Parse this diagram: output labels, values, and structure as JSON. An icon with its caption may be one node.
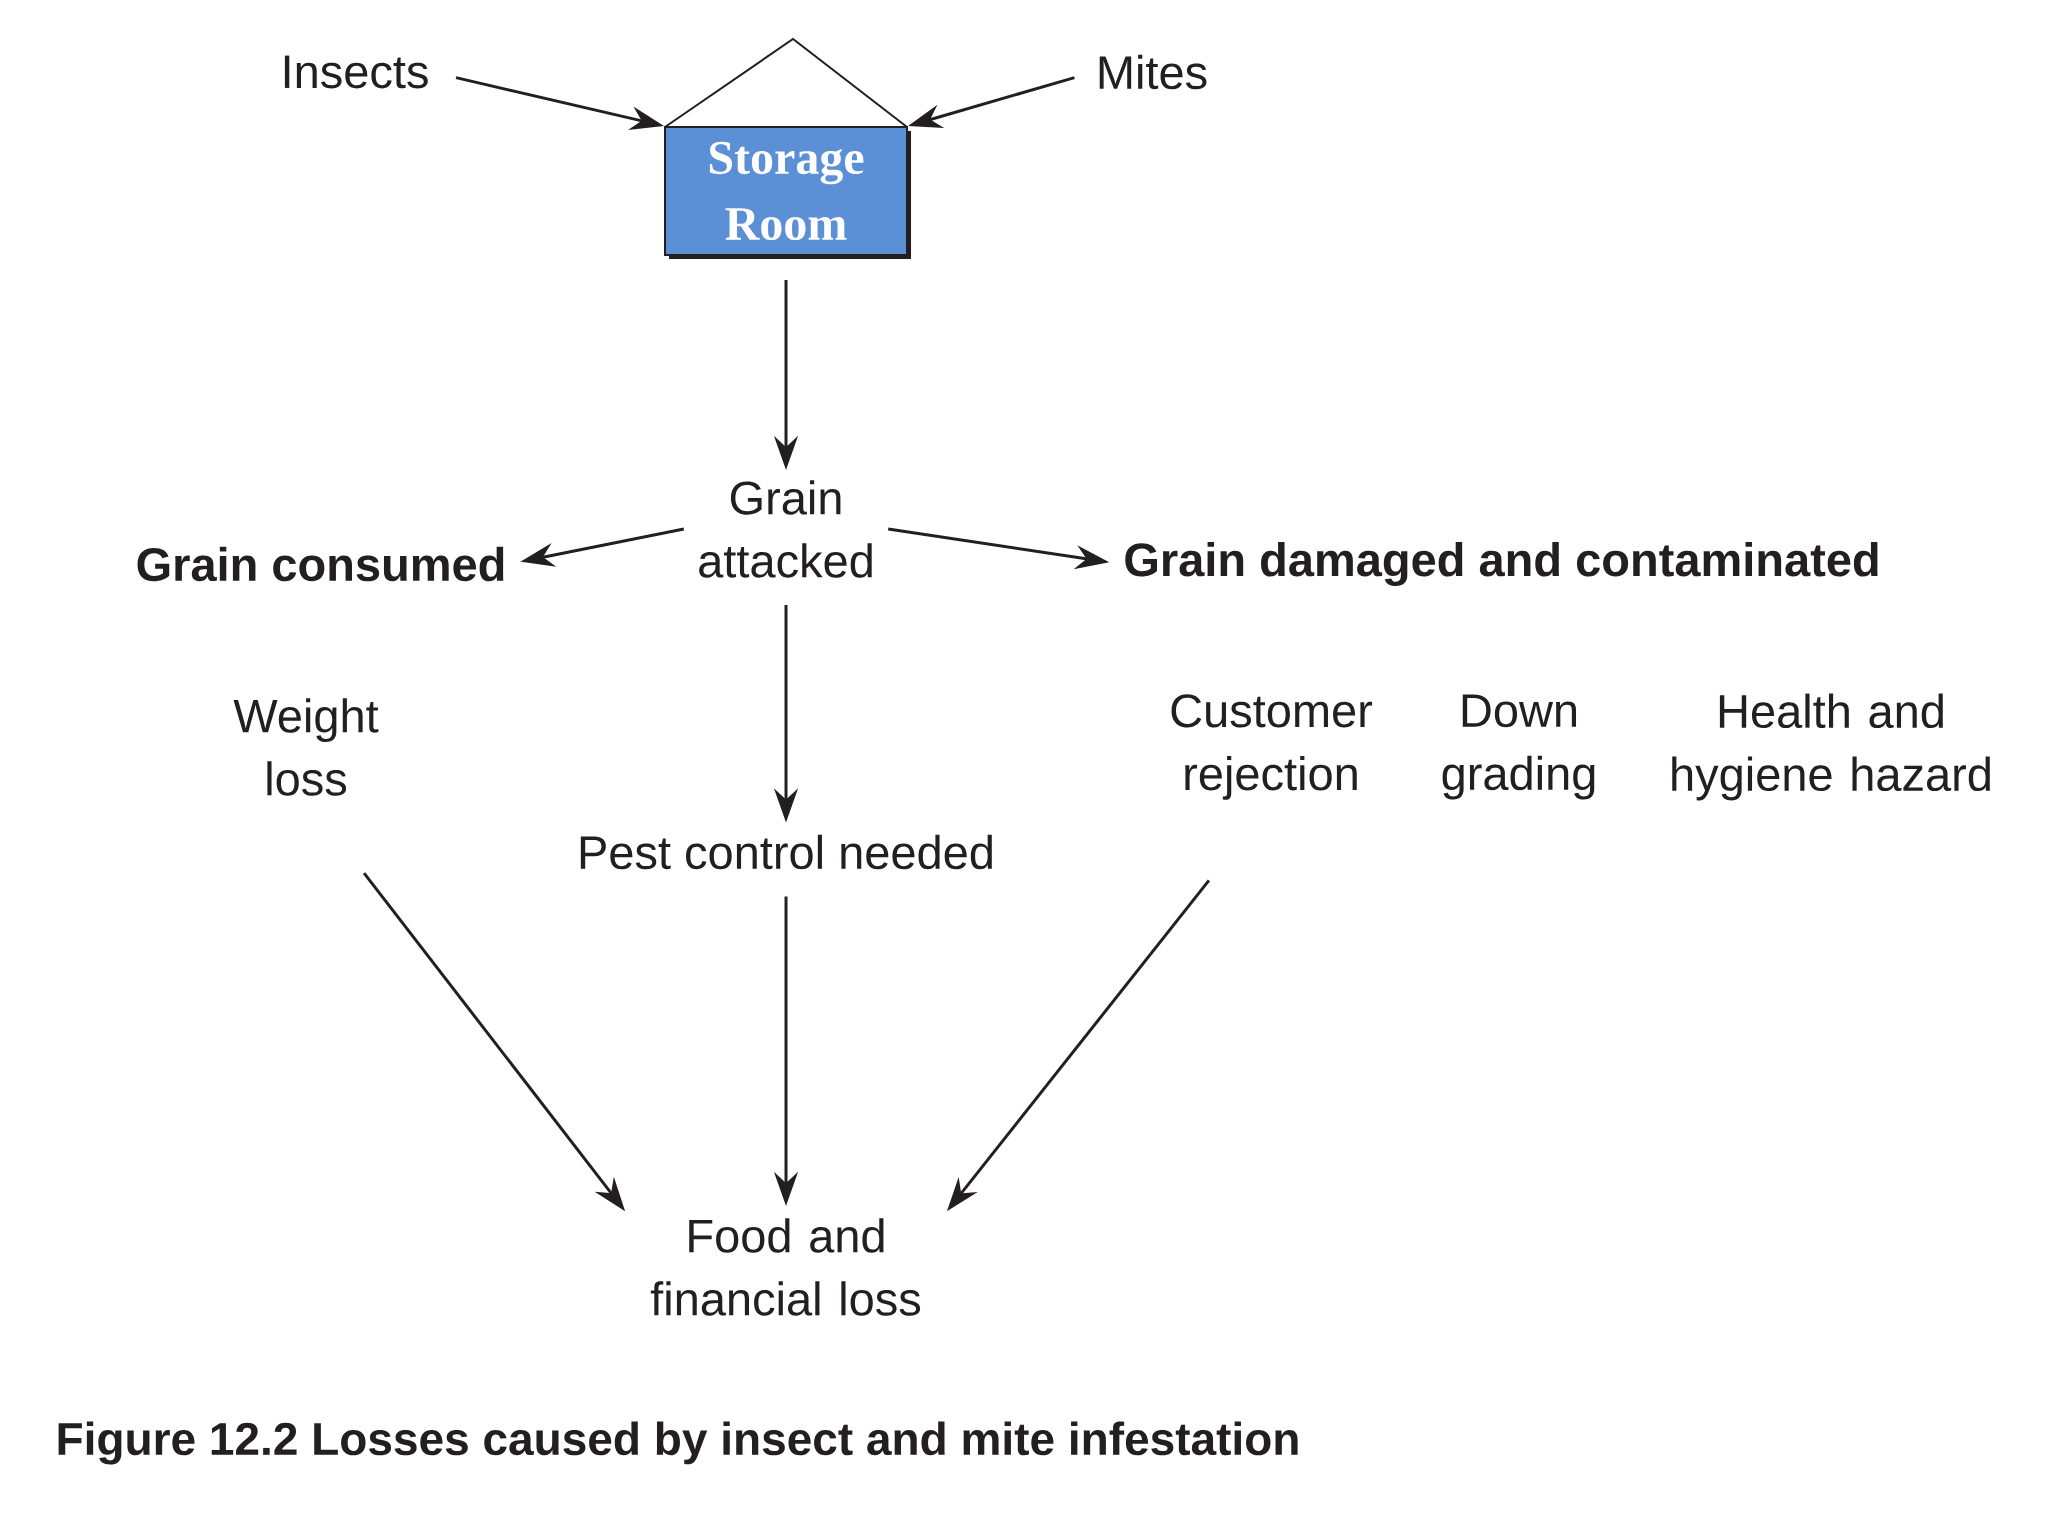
{
  "diagram": {
    "caption": "Figure 12.2 Losses caused by insect and mite infestation",
    "nodes": [
      {
        "text": [
          "Insects"
        ]
      },
      {
        "text": [
          "Mites"
        ]
      },
      {
        "text": [
          "Storage Room"
        ]
      },
      {
        "text": [
          "Grain attacked"
        ]
      },
      {
        "text": [
          "Grain consumed"
        ]
      },
      {
        "text": [
          "Grain damaged and contaminated"
        ]
      },
      {
        "text": [
          "Weight loss"
        ]
      },
      {
        "text": [
          "Customer rejection"
        ]
      },
      {
        "text": [
          "Down grading"
        ]
      },
      {
        "text": [
          "Health and hygiene hazard"
        ]
      },
      {
        "text": [
          "Pest control needed"
        ]
      },
      {
        "text": [
          "Food and financial loss"
        ]
      }
    ],
    "edges": [
      {
        "from": 0,
        "to": 2,
        "arrow": "to"
      },
      {
        "from": 1,
        "to": 2,
        "arrow": "to"
      },
      {
        "from": 2,
        "to": 3,
        "arrow": "to"
      },
      {
        "from": 3,
        "to": 4,
        "arrow": "to"
      },
      {
        "from": 3,
        "to": 5,
        "arrow": "to"
      },
      {
        "from": 3,
        "to": 10,
        "arrow": "to"
      },
      {
        "from": 6,
        "to": 11,
        "arrow": "to"
      },
      {
        "from": 10,
        "to": 11,
        "arrow": "to"
      },
      {
        "from": 7,
        "to": 11,
        "arrow": "to"
      }
    ]
  }
}
